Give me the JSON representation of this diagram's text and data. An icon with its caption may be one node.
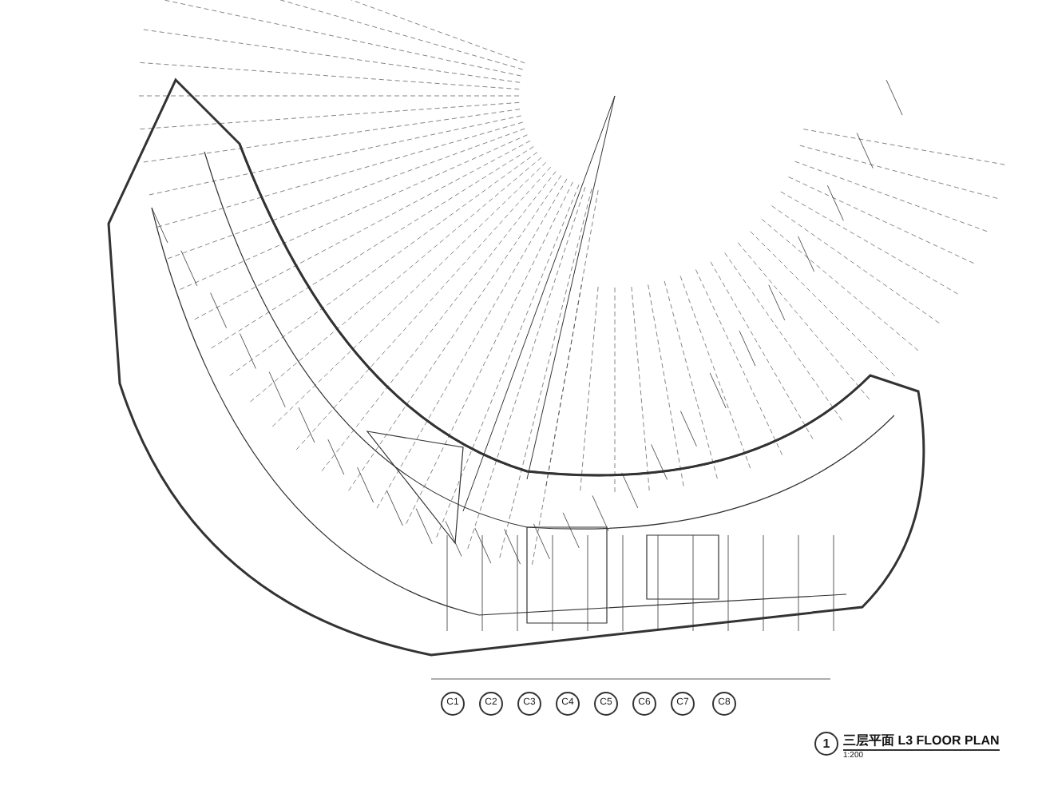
{
  "diagram": {
    "title": "三层平面 L3 FLOOR PLAN",
    "labels": [
      "C1",
      "C2",
      "C3",
      "C4",
      "C5",
      "C6",
      "C7",
      "C8",
      "1",
      "1:200"
    ]
  }
}
